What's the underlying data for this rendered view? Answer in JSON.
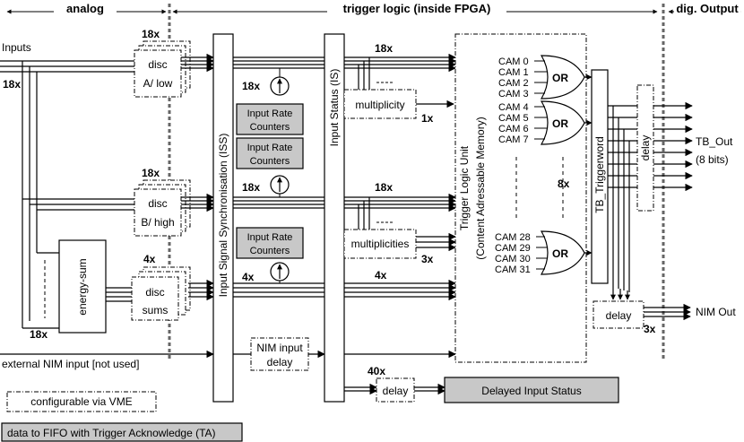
{
  "headers": {
    "analog": "analog",
    "trigger_logic": "trigger logic (inside FPGA)",
    "dig_output": "dig. Output"
  },
  "inputs": {
    "label": "Inputs",
    "count": "18x",
    "external_nim": "external NIM input [not used]"
  },
  "analog": {
    "disc_a": {
      "count": "18x",
      "line1": "disc",
      "line2": "A/ low"
    },
    "disc_b": {
      "count": "18x",
      "line1": "disc",
      "line2": "B/ high"
    },
    "disc_sums": {
      "count": "4x",
      "line1": "disc",
      "line2": "sums"
    },
    "energy_sum": "energy-sum",
    "energy_sum_count": "18x"
  },
  "iss": {
    "label": "Input Signal Synchronisation (ISS)"
  },
  "is": {
    "label": "Input Status (IS)"
  },
  "rate_counters": {
    "label_line1": "Input Rate",
    "label_line2": "Counters",
    "count_a": "18x",
    "count_b": "18x",
    "count_c": "4x"
  },
  "nim_delay": {
    "line1": "NIM input",
    "line2": "delay"
  },
  "multiplicity": {
    "bus_a": "18x",
    "label_a": "multiplicity",
    "out_a": "1x",
    "bus_b": "18x",
    "label_b": "multiplicities",
    "out_b": "3x",
    "bus_c": "4x"
  },
  "delay_bus": {
    "count": "40x",
    "label": "delay"
  },
  "delayed_input_status": "Delayed Input Status",
  "tlu": {
    "line1": "Trigger Logic Unit",
    "line2": "(Content Adressable Memory)"
  },
  "cams": {
    "group1": [
      "CAM 0",
      "CAM 1",
      "CAM 2",
      "CAM 3"
    ],
    "group2": [
      "CAM 4",
      "CAM 5",
      "CAM 6",
      "CAM 7"
    ],
    "group3": [
      "CAM 28",
      "CAM 29",
      "CAM 30",
      "CAM 31"
    ],
    "or_label": "OR",
    "count": "8x"
  },
  "tb_triggerword": "TB_Triggerword",
  "output": {
    "delay": "delay",
    "tb_out": "TB_Out",
    "tb_bits": "(8 bits)",
    "nim_delay": "delay",
    "nim_out": "NIM Out",
    "nim_count": "3x"
  },
  "legend": {
    "configurable": "configurable via VME",
    "fifo": "data to FIFO with Trigger Acknowledge (TA)"
  }
}
